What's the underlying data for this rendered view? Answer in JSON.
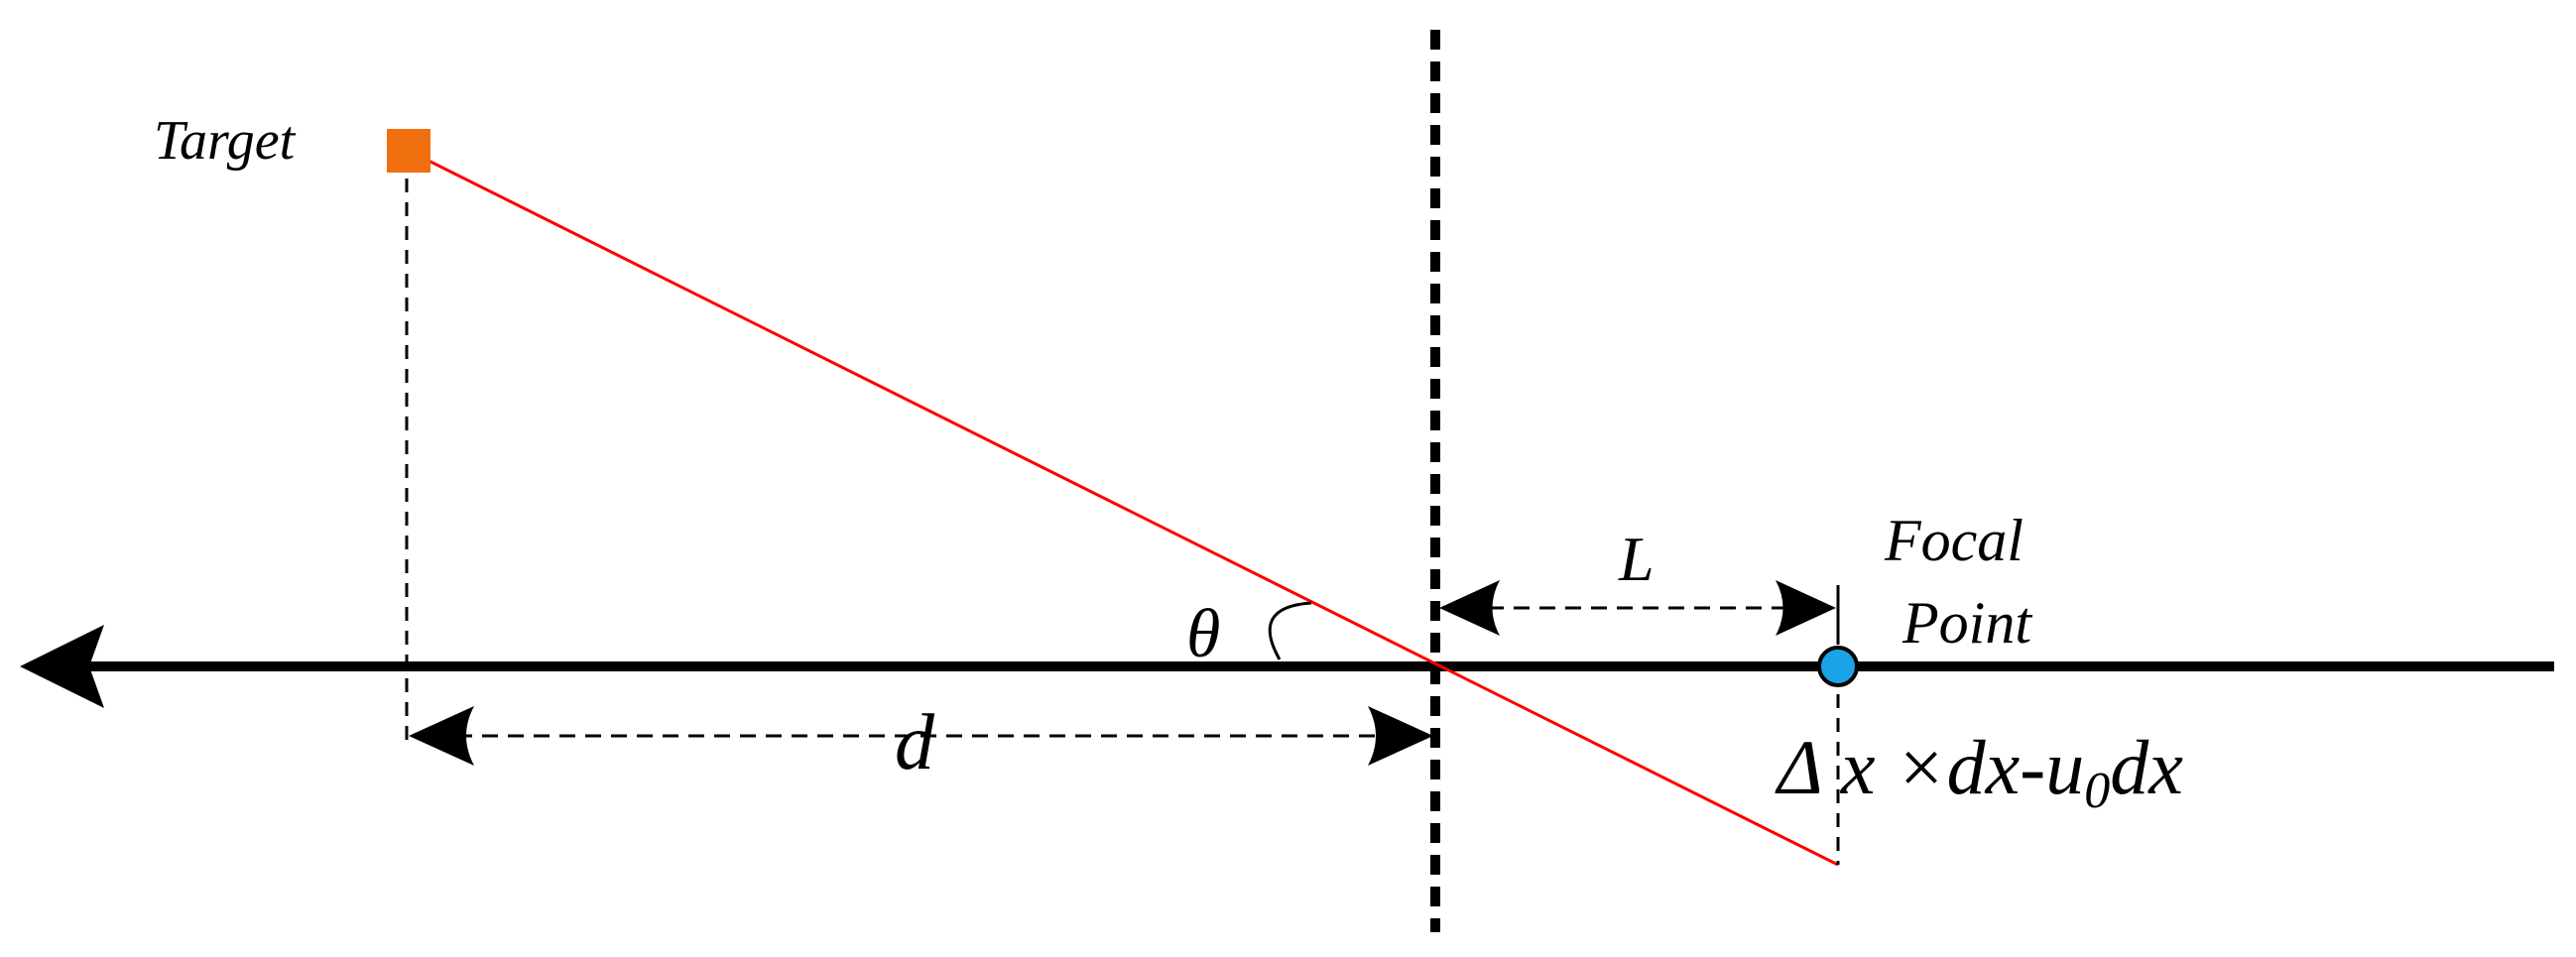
{
  "labels": {
    "target": "Target",
    "focal_line1": "Focal",
    "focal_line2": "Point",
    "angle": "θ",
    "distance_d": "d",
    "distance_L": "L",
    "offset_prefix": "Δ x ×dx-u",
    "offset_subscript": "0",
    "offset_suffix": "dx"
  },
  "colors": {
    "axis": "#000000",
    "ray": "#ff0000",
    "target_marker": "#f07010",
    "focal_marker": "#1aa3e8",
    "dashes": "#000000"
  }
}
